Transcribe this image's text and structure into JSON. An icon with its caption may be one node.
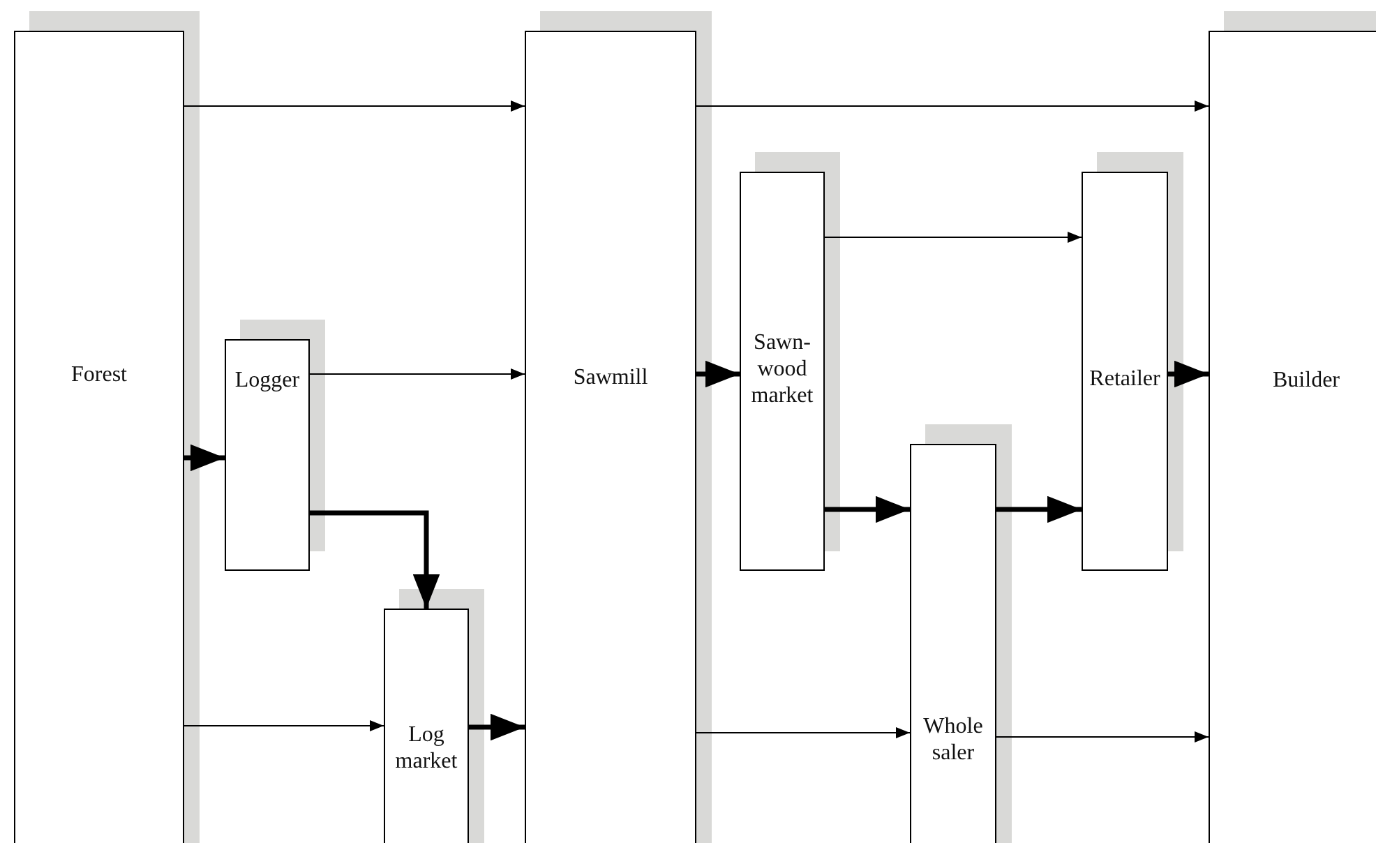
{
  "diagram": {
    "nodes": [
      {
        "text": [
          "Forest"
        ]
      },
      {
        "text": [
          "Logger"
        ]
      },
      {
        "text": [
          "Log market"
        ]
      },
      {
        "text": [
          "Sawmill"
        ]
      },
      {
        "text": [
          "Sawn-wood market"
        ]
      },
      {
        "text": [
          "Whole saler"
        ]
      },
      {
        "text": [
          "Retailer"
        ]
      },
      {
        "text": [
          "Builder"
        ]
      }
    ],
    "edges": [
      {
        "from": 0,
        "to": 3,
        "arrow": "to"
      },
      {
        "from": 3,
        "to": 7,
        "arrow": "to"
      },
      {
        "from": 0,
        "to": 1,
        "arrow": "to",
        "style": "thick"
      },
      {
        "from": 1,
        "to": 3,
        "arrow": "to"
      },
      {
        "from": 1,
        "to": 2,
        "arrow": "to",
        "style": "thick"
      },
      {
        "from": 0,
        "to": 2,
        "arrow": "to"
      },
      {
        "from": 2,
        "to": 3,
        "arrow": "to",
        "style": "thick"
      },
      {
        "from": 3,
        "to": 4,
        "arrow": "to",
        "style": "thick"
      },
      {
        "from": 4,
        "to": 6,
        "arrow": "to"
      },
      {
        "from": 4,
        "to": 5,
        "arrow": "to",
        "style": "thick"
      },
      {
        "from": 3,
        "to": 5,
        "arrow": "to"
      },
      {
        "from": 5,
        "to": 6,
        "arrow": "to",
        "style": "thick"
      },
      {
        "from": 6,
        "to": 7,
        "arrow": "to",
        "style": "thick"
      },
      {
        "from": 5,
        "to": 7,
        "arrow": "to"
      }
    ]
  }
}
